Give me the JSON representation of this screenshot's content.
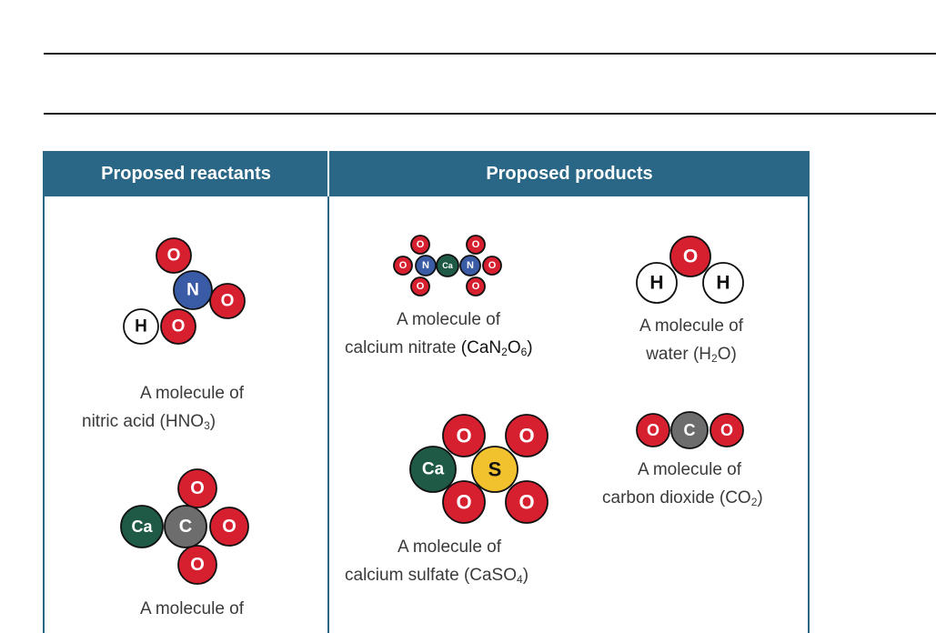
{
  "table": {
    "header": {
      "reactants": "Proposed reactants",
      "products": "Proposed products"
    }
  },
  "colors": {
    "header_bg": "#2a6685",
    "oxygen": "#d7202f",
    "nitrogen": "#3a5ba6",
    "hydrogen": "#ffffff",
    "carbon": "#6d6d6d",
    "calcium": "#1e5a46",
    "sulfur": "#f2c12e"
  },
  "atoms": {
    "O": "O",
    "N": "N",
    "H": "H",
    "C": "C",
    "S": "S",
    "Ca": "Ca"
  },
  "molecules": {
    "nitric_acid": {
      "prefix": "A molecule of",
      "name": "nitric acid (HNO",
      "sub": "3",
      "suffix": ")"
    },
    "calcium_carbonate": {
      "prefix": "A molecule of"
    },
    "calcium_nitrate": {
      "prefix": "A molecule of",
      "name": "calcium nitrate ",
      "formula_a": "(CaN",
      "sub1": "2",
      "formula_b": "O",
      "sub2": "6",
      "suffix": ")"
    },
    "water": {
      "prefix": "A molecule of",
      "name": "water (H",
      "sub": "2",
      "suffix": "O)"
    },
    "calcium_sulfate": {
      "prefix": "A molecule of",
      "name": "calcium sulfate (CaSO",
      "sub": "4",
      "suffix": ")"
    },
    "carbon_dioxide": {
      "prefix": "A molecule of",
      "name": "carbon dioxide (CO",
      "sub": "2",
      "suffix": ")"
    }
  }
}
